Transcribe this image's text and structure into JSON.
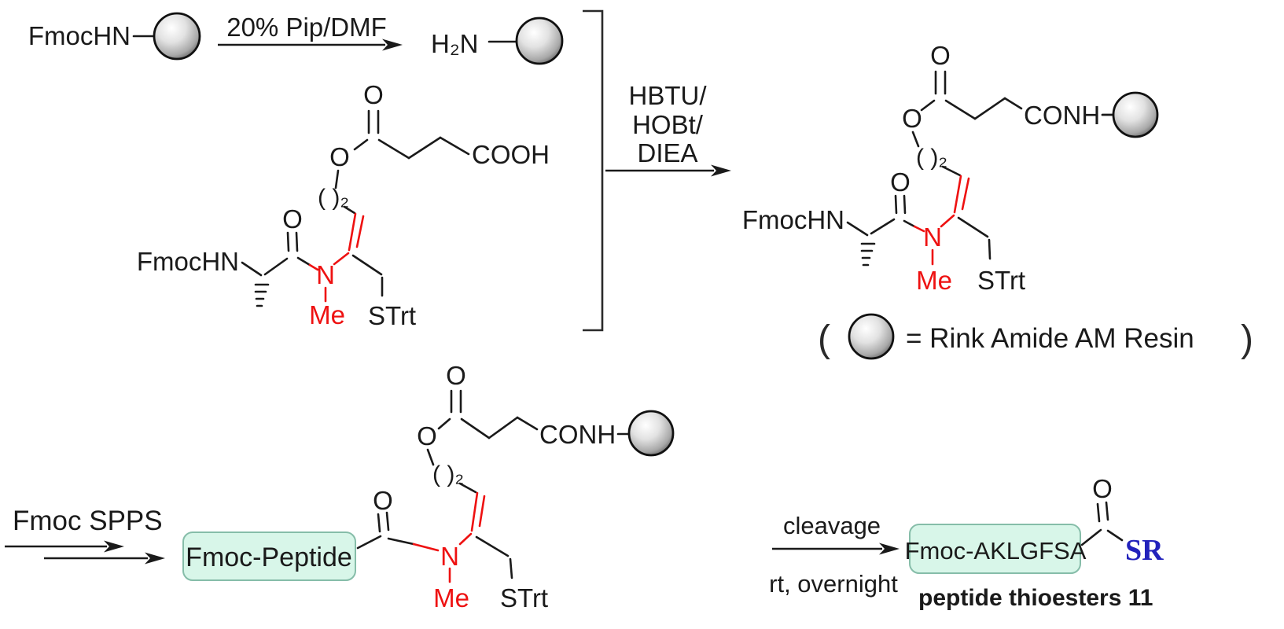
{
  "colors": {
    "bond_black": "#1a1a1a",
    "highlight_red": "#ee1111",
    "thioester_blue": "#2222bb",
    "peptide_box_fill": "#d8f6e9",
    "peptide_box_border": "#86bda9"
  },
  "labels": {
    "fmochn": "FmocHN",
    "h2n": "H₂N",
    "o": "O",
    "n": "N",
    "me": "Me",
    "strt": "STrt",
    "cooh": "COOH",
    "conh": "CONH",
    "ch2_2": "( )₂"
  },
  "steps": {
    "deprotection": {
      "reagent": "20% Pip/DMF"
    },
    "coupling": {
      "line1": "HBTU/",
      "line2": "HOBt/",
      "line3": "DIEA"
    },
    "spps": {
      "label": "Fmoc SPPS"
    },
    "cleavage": {
      "top": "cleavage",
      "bottom": "rt, overnight"
    }
  },
  "boxes": {
    "generic_peptide": "Fmoc-Peptide",
    "product_peptide": "Fmoc-AKLGFSA"
  },
  "product": {
    "thioester": "SR",
    "caption": "peptide thioesters 11"
  },
  "legend": {
    "open_paren": "(",
    "text": "= Rink Amide AM Resin",
    "close_paren": ")"
  }
}
